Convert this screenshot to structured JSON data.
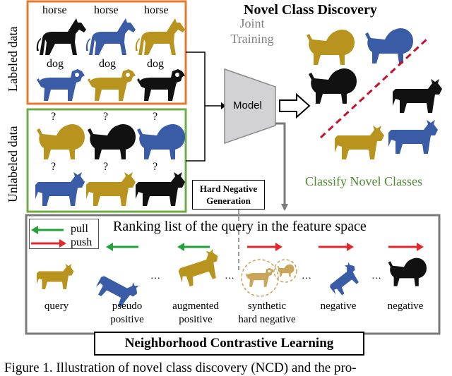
{
  "labeled": {
    "title": "Labeled data",
    "top_labels": [
      "horse",
      "horse",
      "horse"
    ],
    "bottom_labels": [
      "dog",
      "dog",
      "dog"
    ]
  },
  "unlabeled": {
    "title": "Unlabeled data",
    "marks": [
      "?",
      "?",
      "?",
      "?",
      "?",
      "?"
    ]
  },
  "training": {
    "joint_line1": "Joint",
    "joint_line2": "Training",
    "model_label": "Model"
  },
  "ncd": {
    "title": "Novel Class Discovery",
    "classify_label": "Classify Novel Classes"
  },
  "hard_negative": {
    "line1": "Hard Negative",
    "line2": "Generation"
  },
  "ncl": {
    "ranking_title": "Ranking list of the query in the feature space",
    "legend_pull": "pull",
    "legend_push": "push",
    "ellipsis": "…",
    "items": [
      {
        "line1": "query",
        "line2": ""
      },
      {
        "line1": "pseudo",
        "line2": "positive"
      },
      {
        "line1": "augmented",
        "line2": "positive"
      },
      {
        "line1": "synthetic",
        "line2": "hard negative"
      },
      {
        "line1": "negative",
        "line2": ""
      },
      {
        "line1": "negative",
        "line2": ""
      }
    ],
    "title": "Neighborhood Contrastive Learning"
  },
  "caption": "Figure 1. Illustration of novel class discovery (NCD) and the pro-",
  "colors": {
    "gold": "#B8941E",
    "blue": "#3A5BA6",
    "black": "#111111",
    "orange_border": "#E8782E",
    "green_border": "#6FAE47",
    "gray_border": "#7A7A7A",
    "model_fill": "#D2D2D4",
    "pull_arrow": "#22A33A",
    "push_arrow": "#E5262B",
    "dashed_line": "#C8102E",
    "classify_text": "#4E8A2E"
  }
}
